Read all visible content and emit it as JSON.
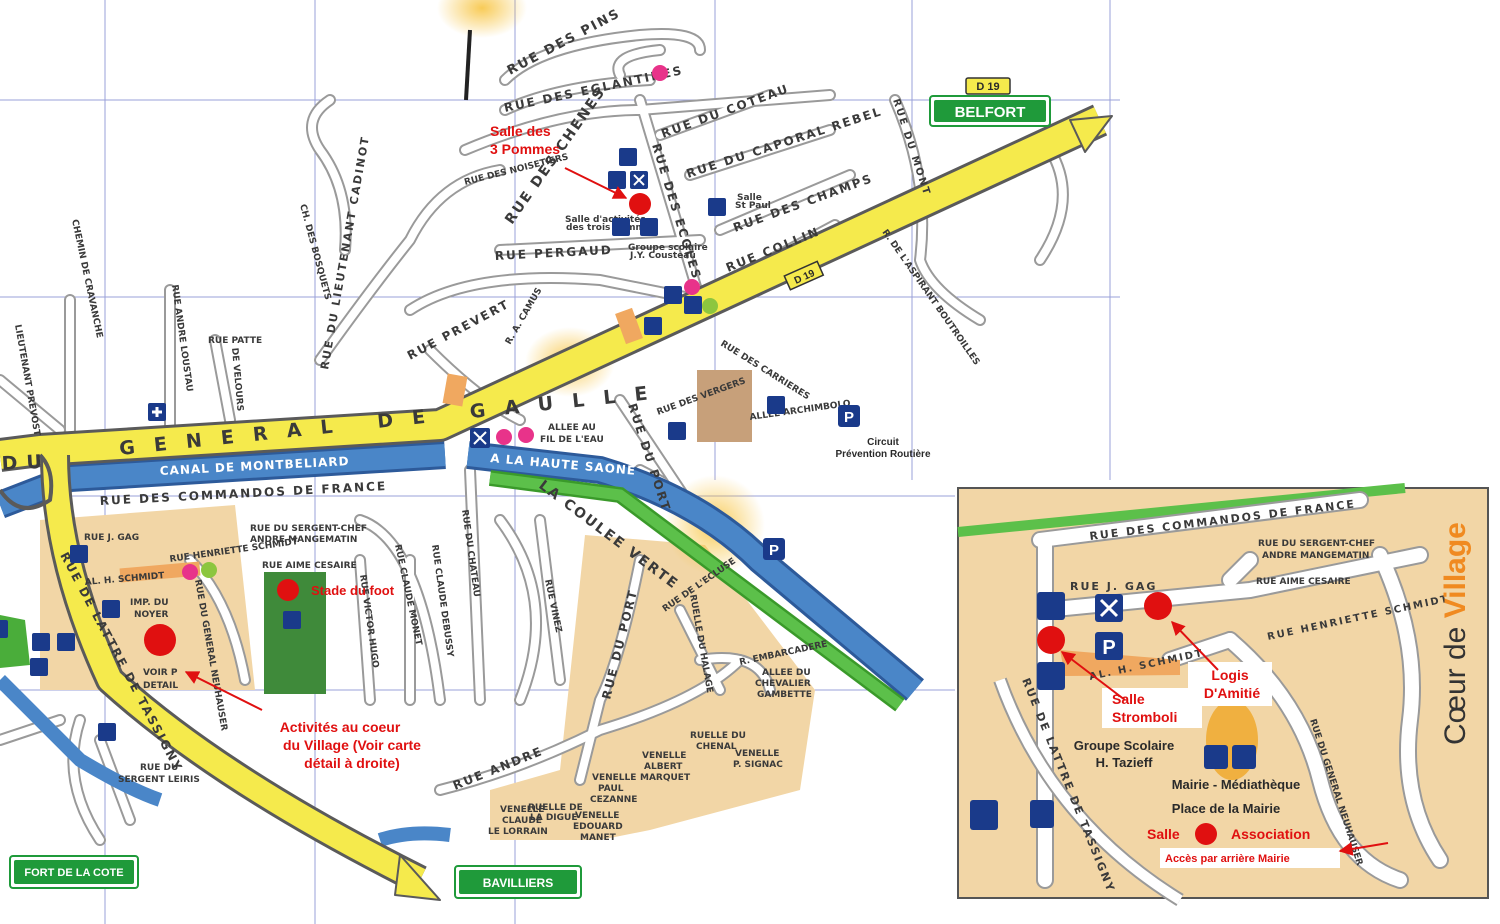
{
  "roads_signs": {
    "d19_top": "D 19",
    "belfort": "BELFORT",
    "d19_mid": "D 19",
    "fort_de_la_cote": "FORT DE LA COTE",
    "bavilliers": "BAVILLIERS"
  },
  "streets": {
    "rue_des_pins": "RUE DES PINS",
    "rue_des_eglantines": "RUE DES EGLANTINES",
    "rue_des_chenes": "RUE DES CHENES",
    "rue_du_coteau": "RUE DU COTEAU",
    "rue_du_caporal_rebel": "RUE DU CAPORAL REBEL",
    "rue_des_champs": "RUE DES CHAMPS",
    "rue_du_mont": "RUE DU MONT",
    "rue_des_noisetiers": "RUE DES NOISETIERS",
    "rue_des_ecoles": "RUE DES ECOLES",
    "rue_collin": "RUE COLLIN",
    "rue_pergaud": "RUE PERGAUD",
    "rue_prevert": "RUE PREVERT",
    "rue_du_lieutenant_cadinot": "RUE DU LIEUTENANT CADINOT",
    "ch_des_bosquets": "CH. DES BOSQUETS",
    "chemin_de_cravanche": "CHEMIN DE CRAVANCHE",
    "rue_andre_loustau": "RUE ANDRE LOUSTAU",
    "rue_patte": "RUE PATTE",
    "de_velours": "DE VELOURS",
    "lieutenant_prevost": "LIEUTENANT PREVOST",
    "r_a_camus": "R. A. CAMUS",
    "r_de_laspirant_boutroilles": "R. DE L'ASPIRANT BOUTROILLES",
    "rue_des_carrieres": "RUE DES CARRIERES",
    "rue_des_vergers": "RUE DES VERGERS",
    "allee_archimbolo": "ALLEE ARCHIMBOLO",
    "allee_au_fil_de_leau_1": "ALLEE AU",
    "allee_au_fil_de_leau_2": "FIL DE L'EAU",
    "circuit_1": "Circuit",
    "circuit_2": "Prévention Routière",
    "general_de_gaulle_1": "DU",
    "general_de_gaulle_2": "GENERAL DE GAULLE",
    "canal_de_montbeliard": "CANAL DE MONTBELIARD",
    "a_la_haute_saone": "A LA HAUTE SAONE",
    "rue_des_commandos": "RUE DES COMMANDOS DE FRANCE",
    "la_coulee_verte": "LA COULEE VERTE",
    "rue_du_port": "RUE DU PORT",
    "rue_j_gag": "RUE J. GAG",
    "rue_henriette_schmidt": "RUE HENRIETTE SCHMIDT",
    "rue_du_sergent_chef_1": "RUE DU SERGENT-CHEF",
    "rue_du_sergent_chef_2": "ANDRE MANGEMATIN",
    "rue_aime_cesaire": "RUE AIME CESAIRE",
    "al_h_schmidt": "AL. H. SCHMIDT",
    "imp_du_noyer_1": "IMP. DU",
    "imp_du_noyer_2": "NOYER",
    "rue_du_general_neuhauser": "RUE DU GENERAL NEUHAUSER",
    "rue_de_lattre": "RUE DE LATTRE DE TASSIGNY",
    "voir_detail_1": "VOIR P",
    "voir_detail_2": "DETAIL",
    "rue_victor_hugo": "RUE VICTOR HUGO",
    "rue_claude_monet": "RUE CLAUDE MONET",
    "rue_claude_debussy": "RUE CLAUDE DEBUSSY",
    "rue_du_chateau": "RUE DU CHATEAU",
    "rue_vinez": "RUE VINEZ",
    "rue_du_port_2": "RUE DU PORT",
    "rue_de_lescluse": "RUE DE L'ECLUSE",
    "ruelle_du_halage": "RUELLE DU HALAGE",
    "r_embarcadere": "R. EMBARCADERE",
    "allee_du_chevalier_1": "ALLEE DU",
    "allee_du_chevalier_2": "CHEVALIER",
    "allee_du_chevalier_3": "GAMBETTE",
    "rue_andre": "RUE ANDRE",
    "rue_du_sergent_leiris_1": "RUE DU",
    "rue_du_sergent_leiris_2": "SERGENT LEIRIS",
    "ruelle_du_chenal_1": "RUELLE DU",
    "ruelle_du_chenal_2": "CHENAL",
    "venelle_albert_1": "VENELLE",
    "venelle_albert_2": "ALBERT",
    "venelle_albert_3": "MARQUET",
    "venelle_signac_1": "VENELLE",
    "venelle_signac_2": "P. SIGNAC",
    "venelle_paul_1": "VENELLE",
    "venelle_paul_2": "PAUL",
    "venelle_paul_3": "CEZANNE",
    "ruelle_de_la_digue_1": "RUELLE DE",
    "ruelle_de_la_digue_2": "LA DIGUE",
    "venelle_claude_1": "VENELLE",
    "venelle_claude_2": "CLAUDE",
    "venelle_claude_3": "LE LORRAIN",
    "venelle_edouard_1": "VENELLE",
    "venelle_edouard_2": "EDOUARD",
    "venelle_edouard_3": "MANET",
    "salle_st_paul_1": "Salle",
    "salle_st_paul_2": "St Paul",
    "salle_activites_1": "Salle d'activités",
    "salle_activites_2": "des trois pommes",
    "groupe_scolaire_1": "Groupe scolaire",
    "groupe_scolaire_2": "J.Y. Cousteau"
  },
  "annotations": {
    "salle_3_pommes_1": "Salle des",
    "salle_3_pommes_2": "3 Pommes",
    "stade_du_foot": "Stade du foot",
    "activites_1": "Activités au coeur",
    "activites_2": "du Village (Voir carte",
    "activites_3": "détail à droite)"
  },
  "inset": {
    "title_1": "Cœur de ",
    "title_2": "Village",
    "rue_des_commandos": "RUE DES COMMANDOS DE FRANCE",
    "rue_du_sergent_chef_1": "RUE DU SERGENT-CHEF",
    "rue_du_sergent_chef_2": "ANDRE MANGEMATIN",
    "rue_aime_cesaire": "RUE AIME CESAIRE",
    "rue_j_gag": "RUE J. GAG",
    "rue_henriette_schmidt": "RUE HENRIETTE SCHMIDT",
    "al_h_schmidt": "AL. H. SCHMIDT",
    "rue_de_lattre": "RUE DE LATTRE DE TASSIGNY",
    "rue_du_general_neuhauser": "RUE DU GENERAL NEUHAUSER",
    "logis_1": "Logis",
    "logis_2": "D'Amitié",
    "salle_stromboli_1": "Salle",
    "salle_stromboli_2": "Stromboli",
    "groupe_scolaire_1": "Groupe Scolaire",
    "groupe_scolaire_2": "H. Tazieff",
    "mairie": "Mairie - Médiathèque",
    "place": "Place de la Mairie",
    "salle_assoc_1": "Salle",
    "salle_assoc_2": "Association",
    "acces": "Accès par arrière Mairie",
    "parking": "P"
  },
  "icons": {
    "parking": "P"
  },
  "colors": {
    "main_road": "#f5ea4c",
    "canal": "#4a86c8",
    "coulee_verte": "#4aad3a",
    "district": "#f2d6a6",
    "stadium": "#3f8a3a",
    "sign_green": "#1f9a3a",
    "marker_red": "#e01010",
    "icon_blue": "#1a3a8a"
  }
}
